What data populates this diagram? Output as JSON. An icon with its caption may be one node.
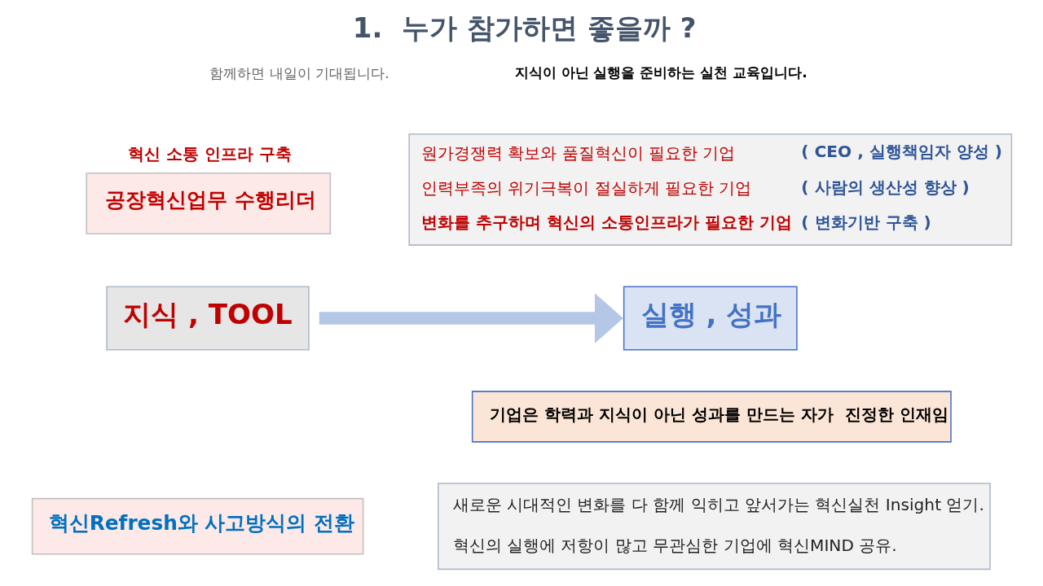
{
  "diagram": {
    "title": "1.  누가 참가하면 좋을까 ?",
    "nodes": [
      {
        "text": [
          "혁신 소통 인프라 구축",
          "공장혁신업무 수행리더"
        ]
      },
      {
        "text": [
          "원가경쟁력 확보와 품질혁신이 필요한 기업",
          "( CEO , 실행책임자 양성 )",
          "인력부족의 위기극복이 절실하게 필요한 기업",
          "( 사람의 생산성 향상 )",
          "변화를 추구하며 혁신의 소통인프라가 필요한 기업",
          "( 변화기반 구축 )"
        ]
      },
      {
        "text": [
          "지식 , TOOL"
        ]
      },
      {
        "text": [
          "실행 , 성과"
        ]
      },
      {
        "text": [
          "기업은 학력과 지식이 아닌 성과를 만드는 자가  진정한 인재임"
        ]
      },
      {
        "text": [
          "혁신Refresh와 사고방식의 전환"
        ]
      },
      {
        "text": [
          "새로운 시대적인 변화를 다 함께 익히고 앞서가는 혁신실천 Insight 얻기.",
          "혁신의 실행에 저항이 많고 무관심한 기업에 혁신MIND 공유."
        ]
      }
    ],
    "edges": [
      {
        "from": 2,
        "to": 3,
        "arrow": "to",
        "color": "#b4c7e7"
      }
    ],
    "labels": [
      "함께하면 내일이 기대됩니다.",
      "지식이 아닌 실행을 준비하는 실천 교육입니다."
    ]
  }
}
